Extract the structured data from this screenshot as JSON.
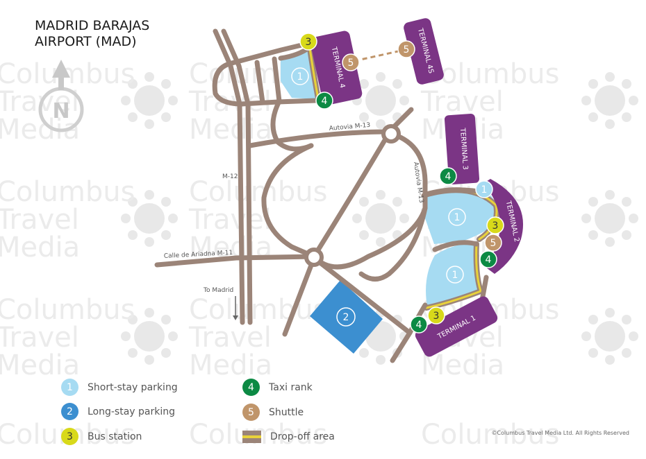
{
  "title": {
    "line1": "MADRID BARAJAS",
    "line2": "AIRPORT (MAD)"
  },
  "compass": {
    "label": "N",
    "icon": "north-arrow-icon"
  },
  "watermark": {
    "line1": "Columbus",
    "line2": "Travel",
    "line3": "Media"
  },
  "roads": {
    "m12": "M-12",
    "m13_top": "Autovia  M-13",
    "m13_side": "Autovia  M-13",
    "m11": "Calle de Ariadna  M-11",
    "to_madrid": "To Madrid"
  },
  "terminals": {
    "t1": "TERMINAL 1",
    "t2": "TERMINAL 2",
    "t3": "TERMINAL 3",
    "t4": "TERMINAL 4",
    "t4s": "TERMINAL 4S"
  },
  "markers": {
    "short_stay": "1",
    "long_stay": "2",
    "bus": "3",
    "taxi": "4",
    "shuttle": "5"
  },
  "legend": {
    "short_stay": "Short-stay parking",
    "long_stay": "Long-stay parking",
    "bus": "Bus station",
    "taxi": "Taxi rank",
    "shuttle": "Shuttle",
    "dropoff": "Drop-off area"
  },
  "copyright": "©Columbus Travel Media Ltd. All Rights Reserved",
  "colors": {
    "road": "#9b8478",
    "terminal": "#7b3585",
    "short_stay": "#a6dbf2",
    "long_stay": "#3c8fd0",
    "bus": "#d8d91a",
    "taxi": "#0c8a44",
    "shuttle": "#c0956a",
    "dropoff": "#e9d23a"
  }
}
